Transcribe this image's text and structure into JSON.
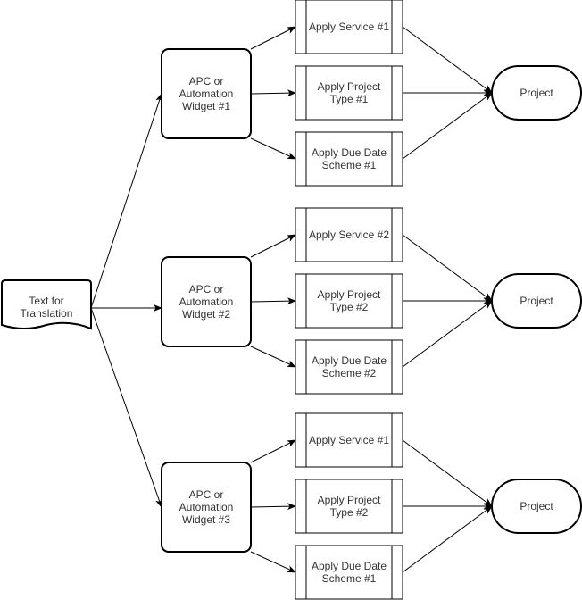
{
  "source": {
    "label": [
      "Text for",
      "Translation"
    ]
  },
  "groups": [
    {
      "widget": [
        "APC or",
        "Automation",
        "Widget #1"
      ],
      "steps": [
        [
          "Apply Service #1"
        ],
        [
          "Apply Project",
          "Type #1"
        ],
        [
          "Apply Due Date",
          "Scheme #1"
        ]
      ],
      "target": "Project"
    },
    {
      "widget": [
        "APC or",
        "Automation",
        "Widget #2"
      ],
      "steps": [
        [
          "Apply Service #2"
        ],
        [
          "Apply Project",
          "Type #2"
        ],
        [
          "Apply Due Date",
          "Scheme #2"
        ]
      ],
      "target": "Project"
    },
    {
      "widget": [
        "APC or",
        "Automation",
        "Widget #3"
      ],
      "steps": [
        [
          "Apply Service #1"
        ],
        [
          "Apply Project",
          "Type #2"
        ],
        [
          "Apply Due Date",
          "Scheme #1"
        ]
      ],
      "target": "Project"
    }
  ]
}
